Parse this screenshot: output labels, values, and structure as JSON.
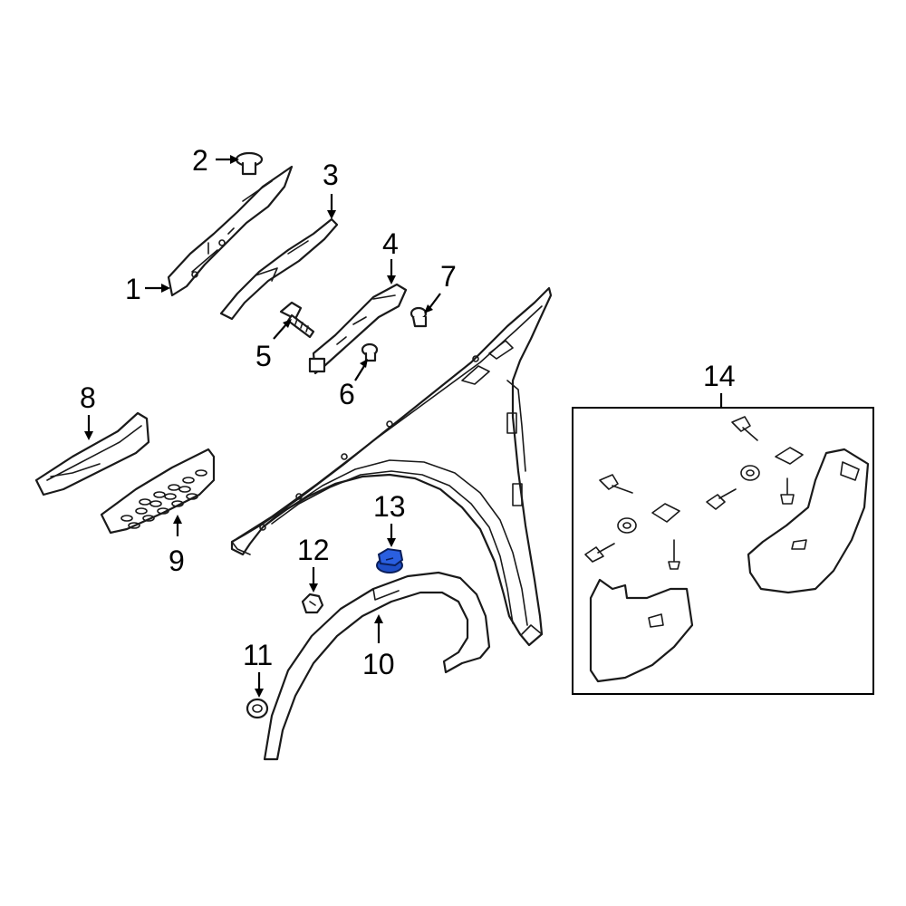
{
  "diagram": {
    "callouts": {
      "c1": "1",
      "c2": "2",
      "c3": "3",
      "c4": "4",
      "c5": "5",
      "c6": "6",
      "c7": "7",
      "c8": "8",
      "c9": "9",
      "c10": "10",
      "c11": "11",
      "c12": "12",
      "c13": "13",
      "c14": "14"
    },
    "highlight_color": "#1f4fc8"
  }
}
